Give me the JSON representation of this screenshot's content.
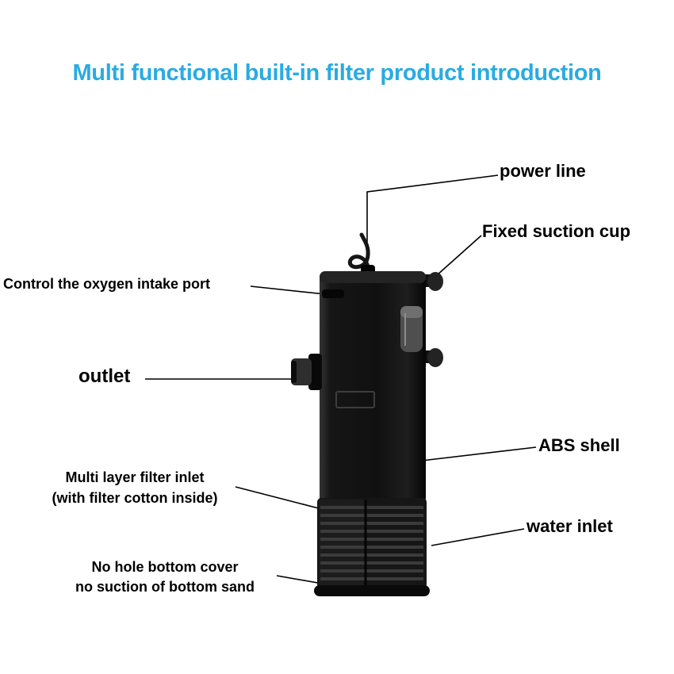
{
  "title": {
    "text": "Multi functional built-in filter product introduction",
    "color": "#29abe2"
  },
  "annotations": {
    "power_line": {
      "label": "power line"
    },
    "fixed_suction_cup": {
      "label": "Fixed suction cup"
    },
    "oxygen_intake_port": {
      "label": "Control the oxygen intake port"
    },
    "outlet": {
      "label": "outlet"
    },
    "abs_shell": {
      "label": "ABS shell"
    },
    "multi_layer_filter_inlet": {
      "label_line1": "Multi layer filter inlet",
      "label_line2": "(with filter cotton inside)"
    },
    "water_inlet": {
      "label": "water inlet"
    },
    "no_hole_bottom_cover": {
      "label_line1": "No hole bottom cover",
      "label_line2": "no suction of bottom sand"
    }
  },
  "product": {
    "description": "Black ABS built-in aquarium filter with power cord, fixed suction cups, left outlet nozzle and slotted intake base",
    "colors": {
      "background": "#ffffff",
      "shell": "#121212",
      "annotation_text": "#000000"
    }
  }
}
